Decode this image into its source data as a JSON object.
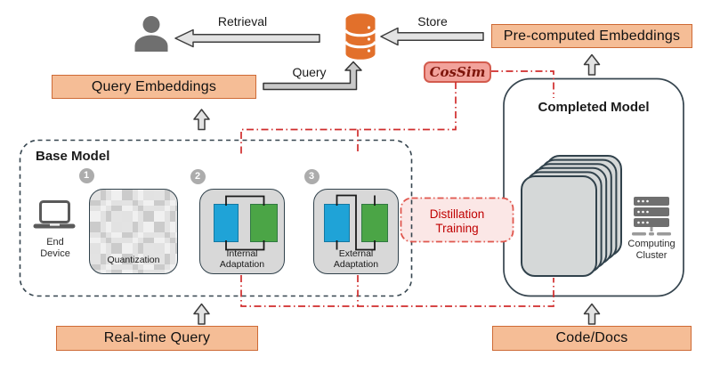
{
  "diagram": {
    "arrows": {
      "retrieval": "Retrieval",
      "store": "Store",
      "query": "Query"
    },
    "boxes": {
      "pre_computed": "Pre-computed Embeddings",
      "query_embeddings": "Query Embeddings",
      "real_time_query": "Real-time Query",
      "code_docs": "Code/Docs"
    },
    "cossim": "CosSim",
    "distillation": {
      "line1": "Distillation",
      "line2": "Training"
    },
    "base_model": {
      "title": "Base Model",
      "device": {
        "line1": "End",
        "line2": "Device"
      },
      "modules": [
        {
          "number": "1",
          "line1": "Quantization",
          "line2": ""
        },
        {
          "number": "2",
          "line1": "Internal",
          "line2": "Adaptation"
        },
        {
          "number": "3",
          "line1": "External",
          "line2": "Adaptation"
        }
      ]
    },
    "completed_model": {
      "title": "Completed Model",
      "cluster": {
        "line1": "Computing",
        "line2": "Cluster"
      }
    },
    "icons": [
      "user-icon",
      "database-icon",
      "laptop-icon",
      "server-icon"
    ],
    "colors": {
      "accent_fill": "#F5BD96",
      "accent_border": "#CE6A35",
      "red_line": "#D02C2C",
      "red_text": "#C00000",
      "cossim_fill": "#F2A29B",
      "cossim_border": "#D35B4E",
      "cossim_text": "#7E150B",
      "blue": "#1FA3D7",
      "green": "#4BA546",
      "dark_border": "#36454F",
      "module_fill": "#D8D8D8",
      "db_orange": "#E2702B"
    }
  }
}
